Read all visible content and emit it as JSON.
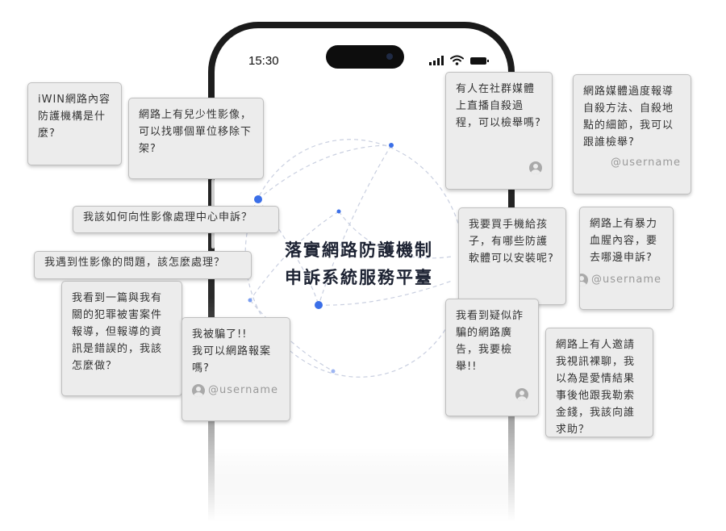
{
  "status_bar": {
    "time": "15:30",
    "icons": [
      "signal-icon",
      "wifi-icon",
      "battery-icon"
    ]
  },
  "title": {
    "line1": "落實網路防護機制",
    "line2": "申訴系統服務平臺"
  },
  "username": "@username",
  "questions": [
    "iWIN網路內容防護機構是什麼?",
    "網路上有兒少性影像，可以找哪個單位移除下架?",
    "我該如何向性影像處理中心申訴？",
    "我遇到性影像的問題，該怎麼處理？",
    "我看到一篇與我有關的犯罪被害案件報導，但報導的資訊是錯誤的，我該怎麼做？",
    "我被騙了!!\n我可以網路報案嗎?",
    "有人在社群媒體上直播自殺過程，可以檢舉嗎?",
    "網路媒體過度報導自殺方法、自殺地點的細節，我可以跟誰檢舉?",
    "我要買手機給孩子，有哪些防護軟體可以安裝呢?",
    "網路上有暴力血腥內容，要去哪邊申訴?",
    "我看到疑似詐騙的網路廣告，我要檢舉!!",
    "網路上有人邀請我視訊裸聊，我以為是愛情結果事後他跟我勒索金錢，我該向誰求助？"
  ],
  "colors": {
    "card_bg": "#ececec",
    "card_border": "#bfbfbf",
    "title_text": "#1d2333",
    "node_accent": "#3b6fe8",
    "network_line": "#c9cfe0",
    "phone_frame": "#1a1a1a"
  }
}
